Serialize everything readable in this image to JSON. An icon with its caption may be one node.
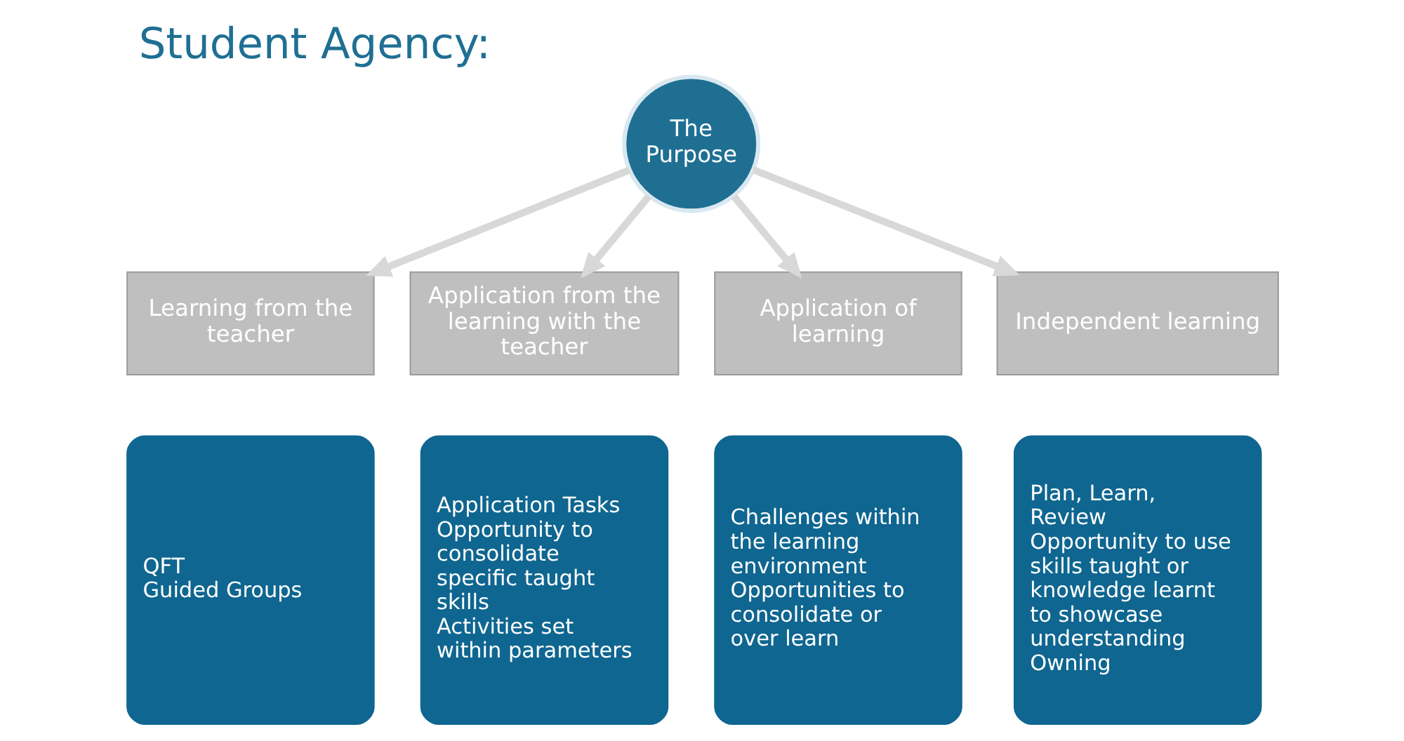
{
  "diagram": {
    "title": "Student Agency:",
    "nodes": [
      {
        "text": [
          "The Purpose"
        ]
      },
      {
        "text": [
          "Learning from the teacher"
        ]
      },
      {
        "text": [
          "Application from the learning with the teacher"
        ]
      },
      {
        "text": [
          "Application of learning"
        ]
      },
      {
        "text": [
          "Independent learning"
        ]
      },
      {
        "text": [
          "QFT",
          "Guided Groups"
        ]
      },
      {
        "text": [
          "Application Tasks",
          "Opportunity to consolidate specific taught skills",
          "Activities set within parameters"
        ]
      },
      {
        "text": [
          "Challenges within the learning environment",
          "Opportunities to consolidate or over learn"
        ]
      },
      {
        "text": [
          "Plan, Learn, Review",
          "Opportunity to use skills taught or knowledge learnt to showcase understanding",
          "Owning"
        ]
      }
    ],
    "edges": [
      {
        "from": 0,
        "to": 1,
        "arrow": "to"
      },
      {
        "from": 0,
        "to": 2,
        "arrow": "to"
      },
      {
        "from": 0,
        "to": 3,
        "arrow": "to"
      },
      {
        "from": 0,
        "to": 4,
        "arrow": "to"
      }
    ]
  }
}
